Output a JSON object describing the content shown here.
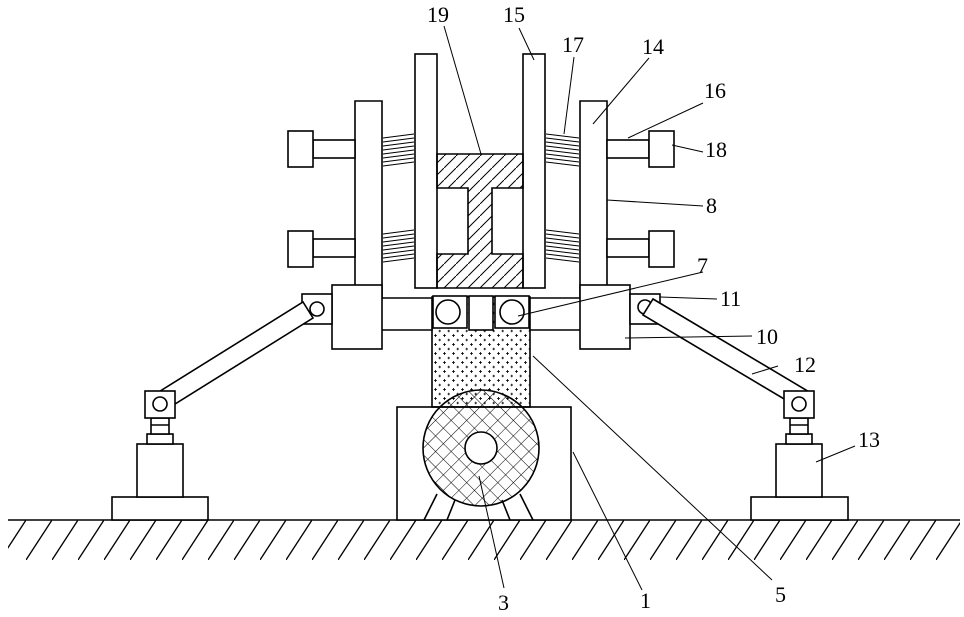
{
  "diagram": {
    "labels": {
      "n1": "1",
      "n3": "3",
      "n5": "5",
      "n7": "7",
      "n8": "8",
      "n10": "10",
      "n11": "11",
      "n12": "12",
      "n13": "13",
      "n14": "14",
      "n15": "15",
      "n16": "16",
      "n17": "17",
      "n18": "18",
      "n19": "19"
    }
  }
}
